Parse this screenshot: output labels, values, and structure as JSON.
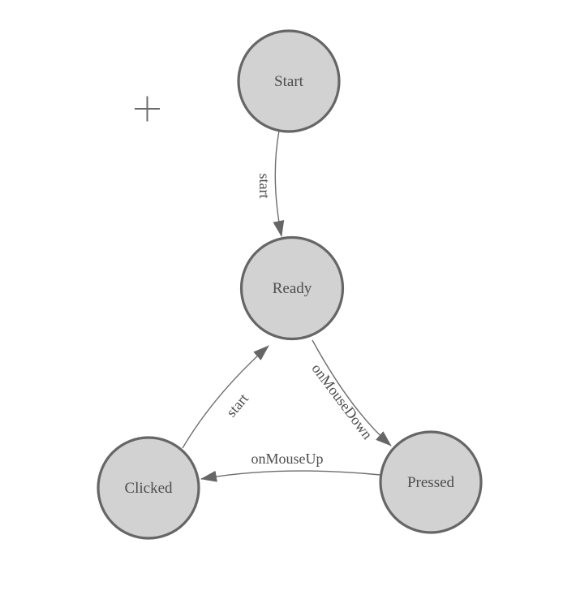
{
  "canvas": {
    "background": "#ffffff",
    "cursor_icon": "plus-crosshair"
  },
  "colors": {
    "canvas_bg": "#ffffff",
    "node_fill": "#d2d2d2",
    "node_stroke": "#666666",
    "edge_stroke": "#6e6e6e",
    "arrow_fill": "#666666",
    "label_text": "#4d4d4d",
    "cursor_stroke": "#6a6a6a"
  },
  "nodes": [
    {
      "id": "start",
      "label": "Start"
    },
    {
      "id": "ready",
      "label": "Ready"
    },
    {
      "id": "clicked",
      "label": "Clicked"
    },
    {
      "id": "pressed",
      "label": "Pressed"
    }
  ],
  "edges": [
    {
      "from": "start",
      "to": "ready",
      "label": "start"
    },
    {
      "from": "clicked",
      "to": "ready",
      "label": "start"
    },
    {
      "from": "ready",
      "to": "pressed",
      "label": "onMouseDown"
    },
    {
      "from": "pressed",
      "to": "clicked",
      "label": "onMouseUp"
    }
  ]
}
